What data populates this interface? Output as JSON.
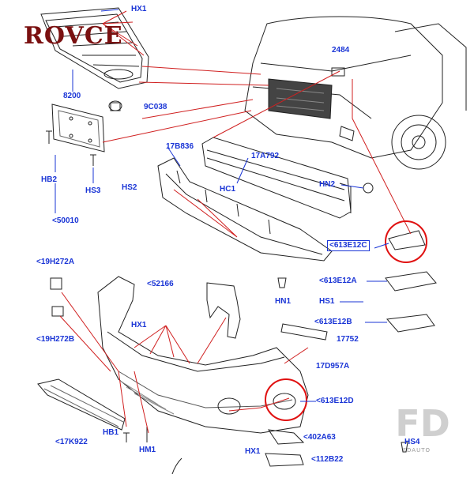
{
  "brand_logo": "ROVCE",
  "watermark": {
    "letters": "FD",
    "subtitle": "FDAUTO"
  },
  "colors": {
    "label": "#1a35d6",
    "leader": "#d02020",
    "highlight_ring": "#e01010",
    "line_art": "#222222"
  },
  "labels": {
    "hx1_top": "HX1",
    "p2484": "2484",
    "p8200": "8200",
    "p9c038": "9C038",
    "hb2": "HB2",
    "hs3": "HS3",
    "p50010": "<50010",
    "p17b836": "17B836",
    "p17a792": "17A792",
    "hs2": "HS2",
    "hc1": "HC1",
    "hn2": "HN2",
    "p613e12c": "<613E12C",
    "p19h272a": "<19H272A",
    "p52166": "<52166",
    "p613e12a": "<613E12A",
    "hn1": "HN1",
    "hs1": "HS1",
    "p19h272b": "<19H272B",
    "hx1_mid": "HX1",
    "p613e12b": "<613E12B",
    "p17752": "17752",
    "p17d957a": "17D957A",
    "p613e12d": "<613E12D",
    "p17k922": "<17K922",
    "hb1": "HB1",
    "hm1": "HM1",
    "p402a63": "<402A63",
    "hx1_bot": "HX1",
    "p112b22": "<112B22",
    "hs4": "HS4"
  }
}
